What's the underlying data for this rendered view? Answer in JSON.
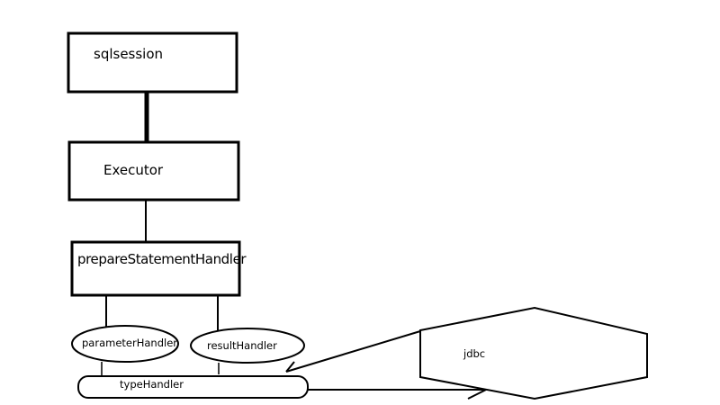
{
  "diagram": {
    "nodes": {
      "sqlsession": "sqlsession",
      "executor": "Executor",
      "prepare_statement_handler": "prepareStatementHandler",
      "parameter_handler": "parameterHandler",
      "result_handler": "resultHandler",
      "type_handler": "typeHandler",
      "jdbc": "jdbc"
    },
    "colors": {
      "stroke": "#000000",
      "background": "#ffffff"
    }
  }
}
